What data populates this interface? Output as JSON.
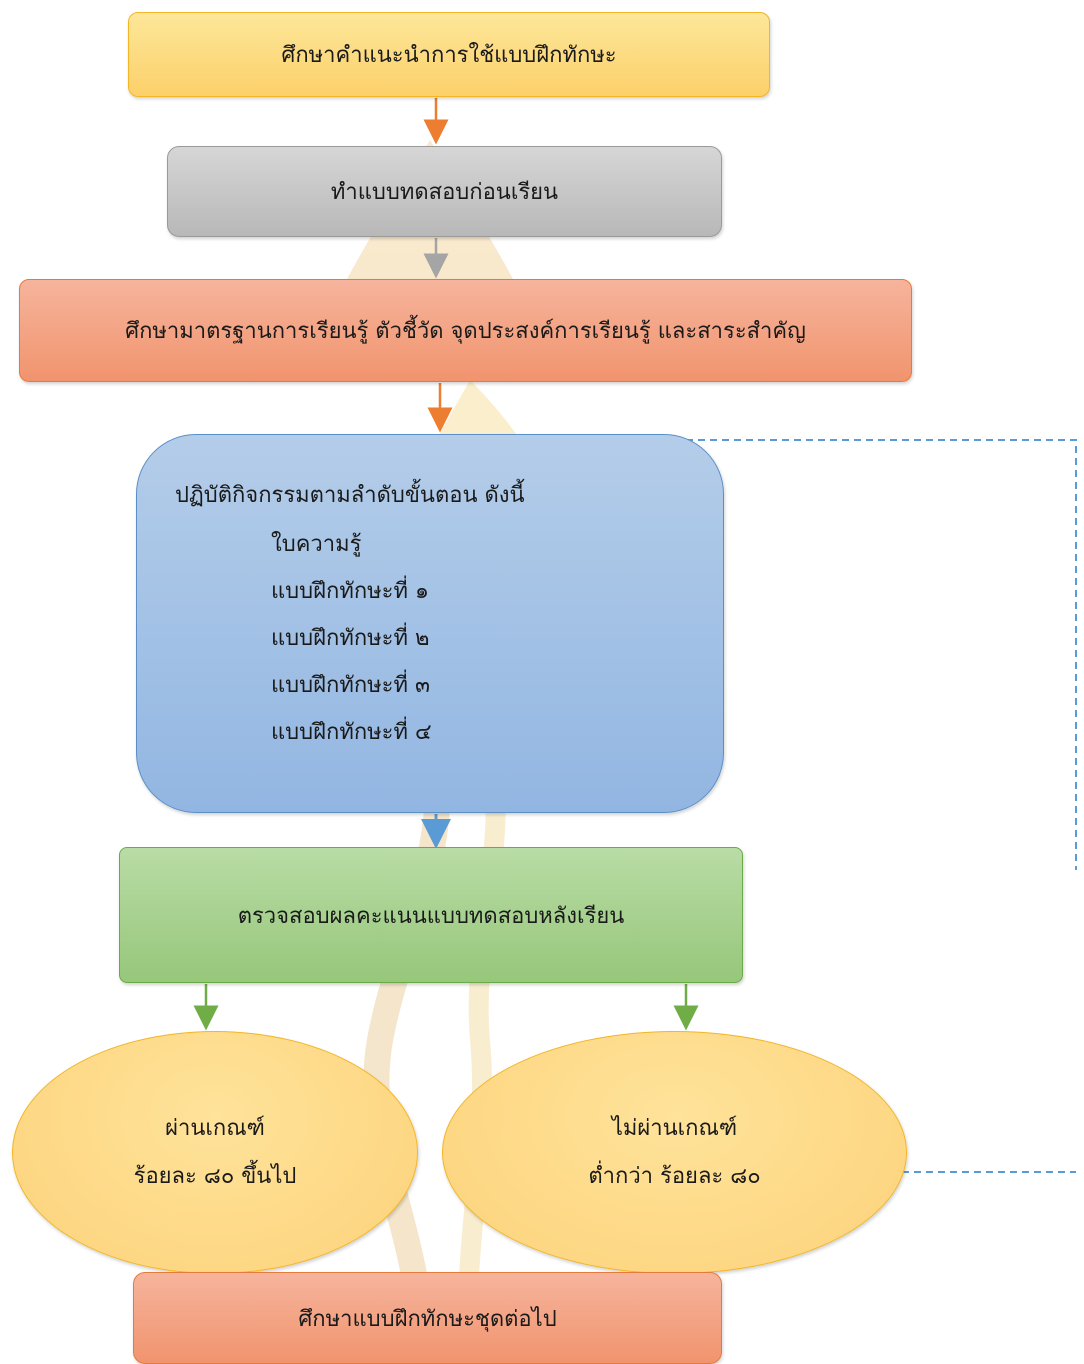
{
  "flowchart": {
    "step_read_instructions": "ศึกษาคำแนะนำการใช้แบบฝึกทักษะ",
    "step_pretest": "ทำแบบทดสอบก่อนเรียน",
    "step_study_standards": "ศึกษามาตรฐานการเรียนรู้ ตัวชี้วัด จุดประสงค์การเรียนรู้ และสาระสำคัญ",
    "step_activities": {
      "heading": "ปฏิบัติกิจกรรมตามลำดับขั้นตอน ดังนี้",
      "items": [
        "ใบความรู้",
        "แบบฝึกทักษะที่ ๑",
        "แบบฝึกทักษะที่ ๒",
        "แบบฝึกทักษะที่ ๓",
        "แบบฝึกทักษะที่ ๔"
      ]
    },
    "step_check_posttest": "ตรวจสอบผลคะแนนแบบทดสอบหลังเรียน",
    "outcome_pass": {
      "line1": "ผ่านเกณฑ์",
      "line2": "ร้อยละ ๘๐ ขึ้นไป"
    },
    "outcome_fail": {
      "line1": "ไม่ผ่านเกณฑ์",
      "line2": "ต่ำกว่า ร้อยละ ๘๐"
    },
    "step_next_set": "ศึกษาแบบฝึกทักษะชุดต่อไป"
  },
  "colors": {
    "arrow_orange": "#ed7d31",
    "arrow_gray": "#a5a5a5",
    "arrow_blue": "#5b9bd5",
    "arrow_green": "#70ad47",
    "arrow_yellow": "#ffc000",
    "loop_dashed": "#5b9bd5"
  }
}
